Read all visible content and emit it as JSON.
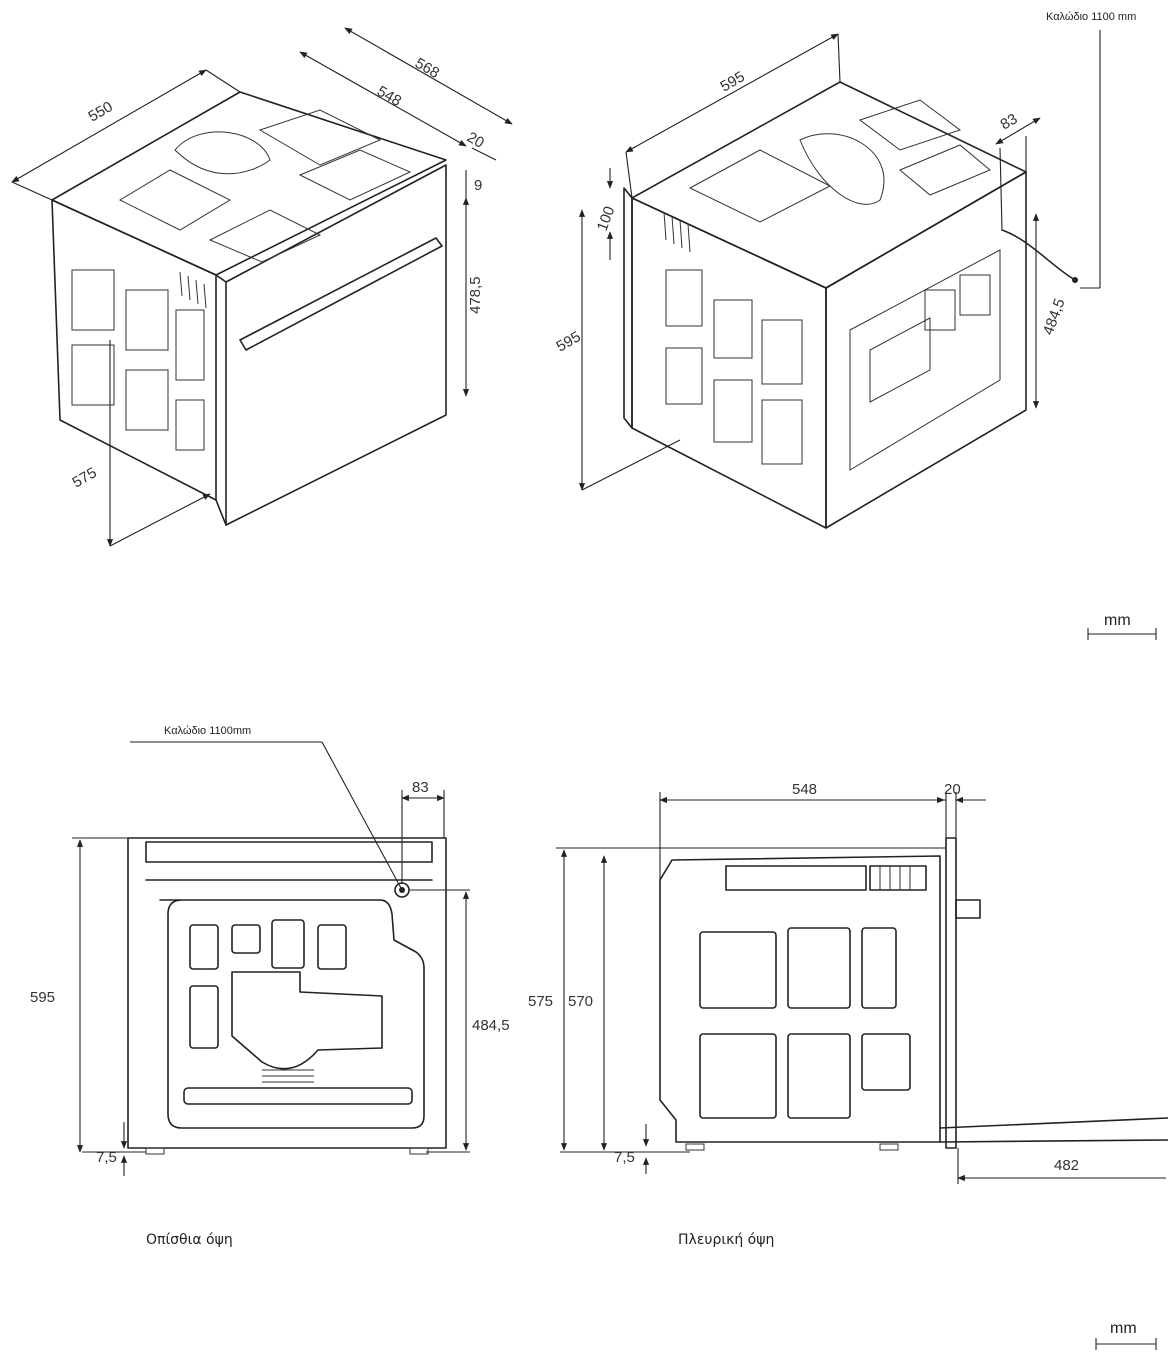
{
  "iso_front": {
    "width_top": "550",
    "depth_outer": "568",
    "depth_inner": "548",
    "front_panel": "20",
    "offset_top": "9",
    "body_height": "478,5",
    "lower_depth": "575"
  },
  "iso_back": {
    "width": "595",
    "offset_top": "100",
    "height": "595",
    "cable_offset": "83",
    "cable_height": "484,5",
    "cable_label": "Καλώδιο 1100 mm"
  },
  "rear_view": {
    "caption": "Οπίσθια όψη",
    "cable_label": "Καλώδιο 1100mm",
    "cable_offset": "83",
    "height": "595",
    "cable_height": "484,5",
    "foot": "7,5"
  },
  "side_view": {
    "caption": "Πλευρική όψη",
    "depth": "548",
    "front_panel": "20",
    "height_outer": "575",
    "height_inner": "570",
    "foot": "7,5",
    "door_open": "482"
  },
  "units": {
    "top": "mm",
    "bottom": "mm"
  }
}
